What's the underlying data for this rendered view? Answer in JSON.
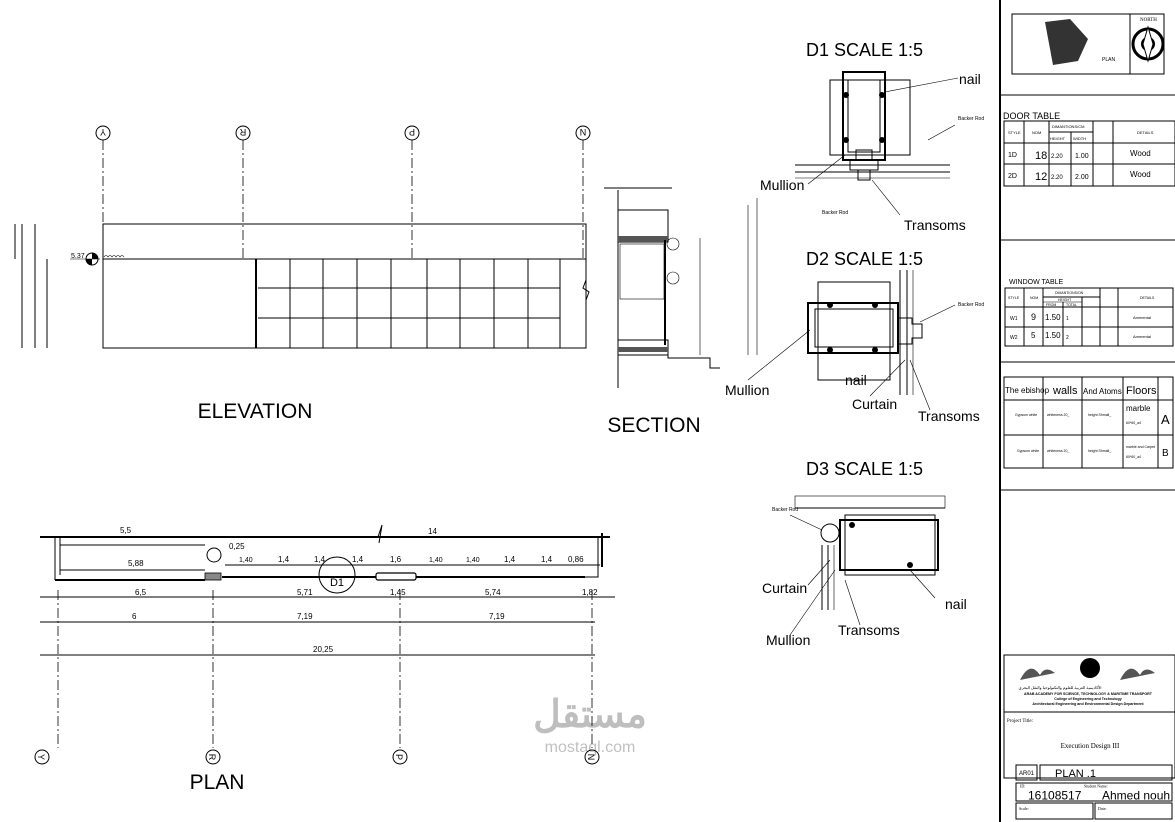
{
  "drawing": {
    "elevation_title": "ELEVATION",
    "section_title": "SECTION",
    "plan_title": "PLAN",
    "level_mark": "5.37",
    "grid_labels": [
      "Y",
      "R",
      "P",
      "N"
    ],
    "plan_dims": {
      "top_left": "5,5",
      "top_right": "14",
      "inner_left": "5,88",
      "door_gap": "0,25",
      "segments": [
        "1,40",
        "1,4",
        "1,4",
        "1,4",
        "1,6",
        "1,40",
        "1,40",
        "1,4",
        "1,4",
        "0,86"
      ],
      "row1": [
        "6,5",
        "5,71",
        "1,45",
        "5,74",
        "1,82"
      ],
      "row2": [
        "6",
        "7,19",
        "7,19"
      ],
      "total": "20,25",
      "detail_callout": "D1"
    }
  },
  "details": {
    "d1": {
      "title": "D1 SCALE 1:5",
      "labels": {
        "nail": "nail",
        "backer_rod": "Backer Rod",
        "mullion": "Mullion",
        "backer_rod_2": "Backer Rod",
        "transoms": "Transoms"
      }
    },
    "d2": {
      "title": "D2 SCALE 1:5",
      "labels": {
        "backer_rod": "Backer Rod",
        "mullion": "Mullion",
        "nail": "nail",
        "curtain": "Curtain",
        "transoms": "Transoms"
      }
    },
    "d3": {
      "title": "D3 SCALE 1:5",
      "labels": {
        "backer_rod": "Backer Rod",
        "curtain": "Curtain",
        "nail": "nail",
        "transoms": "Transoms",
        "mullion": "Mullion"
      }
    }
  },
  "title_block": {
    "north_label": "NORTH",
    "key_plan_label": "PLAN",
    "door_table": {
      "title": "DOOR TABLE",
      "headers": {
        "style": "STYLE",
        "num": "NOM",
        "dimensions": "DIMANTIONS/CM",
        "height": "HEIGHT",
        "width": "WIDTH",
        "details": "DETAILS"
      },
      "rows": [
        {
          "style": "1D",
          "num": "18",
          "height": "2.20",
          "width": "1.00",
          "details": "Wood"
        },
        {
          "style": "2D",
          "num": "12",
          "height": "2.20",
          "width": "2.00",
          "details": "Wood"
        }
      ]
    },
    "window_table": {
      "title": "WINDOW TABLE",
      "headers": {
        "style": "STYLE",
        "num": "NOM",
        "dimensions": "DIMANTIONSION",
        "height": "HEIGHT",
        "from": "FROM",
        "total": "TOTAL",
        "details": "DETAILS"
      },
      "rows": [
        {
          "style": "W1",
          "num": "9",
          "from": "1.50",
          "total": "1",
          "details": "Ammental"
        },
        {
          "style": "W2",
          "num": "5",
          "from": "1.50",
          "total": "2",
          "details": "Ammental"
        }
      ]
    },
    "finish_table": {
      "headers": [
        "The ebishop",
        "walls",
        "And Atoms",
        "Floors"
      ],
      "rows": [
        {
          "c1": "Gypsum white",
          "c2": "whiteness 20_",
          "c3": "height Shmall_",
          "c4a": "marble",
          "c4b": "60*60_a4",
          "tag": "A"
        },
        {
          "c1": "Gypsum white",
          "c2": "whiteness 20_",
          "c3": "height Shmall_",
          "c4a": "marble and Carpet",
          "c4b": "60*60_a4",
          "tag": "B"
        }
      ]
    },
    "institution": {
      "arabic": "الأكاديمية العربية للعلوم والتكنولوجيا والنقل البحري",
      "name": "ARAB ACADEMY FOR SCIENCE, TECHNOLOGY & MARITIME TRANSPORT",
      "college": "College of Engineering and Technology",
      "department": "Architectural Engineering and Environmental Design Department"
    },
    "project_title_label": "Project Title:",
    "project_title": "Execution Design III",
    "sheet_code": "AR01",
    "sheet_name": "PLAN .1",
    "id_label": "ID:",
    "id_value": "16108517",
    "student_label": "Student Name:",
    "student_name": "Ahmed nouh",
    "scale_label": "Scale:",
    "date_label": "Date:"
  },
  "watermark": {
    "arabic": "مستقل",
    "latin": "mostaql.com"
  }
}
